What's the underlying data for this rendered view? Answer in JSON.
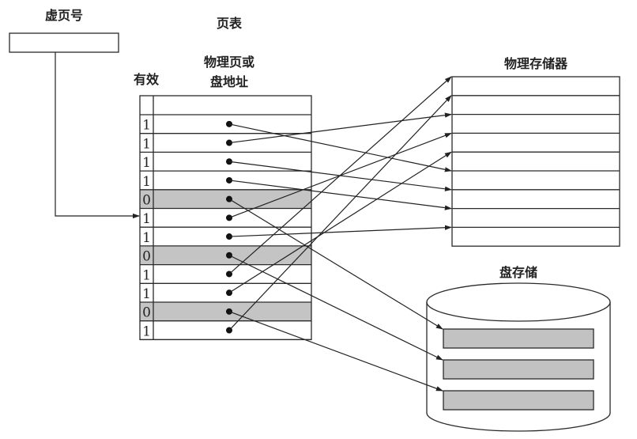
{
  "labels": {
    "virtual_page_number": "虚页号",
    "page_table": "页表",
    "physical_page_or_disk_address_line1": "物理页或",
    "physical_page_or_disk_address_line2": "盘地址",
    "valid": "有效",
    "physical_memory": "物理存储器",
    "disk_storage": "盘存储"
  },
  "colors": {
    "line": "#2a2a2a",
    "invalid_row_fill": "#c4c4c4",
    "disk_block_fill": "#c2c2c2",
    "background": "#ffffff"
  },
  "page_table": {
    "indexed_entry": 6,
    "entries": [
      {
        "valid": "1",
        "target": "memory",
        "frame": 5
      },
      {
        "valid": "1",
        "target": "memory",
        "frame": 2
      },
      {
        "valid": "1",
        "target": "memory",
        "frame": 6
      },
      {
        "valid": "1",
        "target": "memory",
        "frame": 7
      },
      {
        "valid": "0",
        "target": "disk",
        "block": 1
      },
      {
        "valid": "1",
        "target": "memory",
        "frame": 3
      },
      {
        "valid": "1",
        "target": "memory",
        "frame": 8
      },
      {
        "valid": "0",
        "target": "disk",
        "block": 2
      },
      {
        "valid": "1",
        "target": "memory",
        "frame": 0
      },
      {
        "valid": "1",
        "target": "memory",
        "frame": 4
      },
      {
        "valid": "0",
        "target": "disk",
        "block": 3
      },
      {
        "valid": "1",
        "target": "memory",
        "frame": 1
      }
    ]
  },
  "physical_memory": {
    "frame_count": 9
  },
  "disk": {
    "block_count": 3
  }
}
